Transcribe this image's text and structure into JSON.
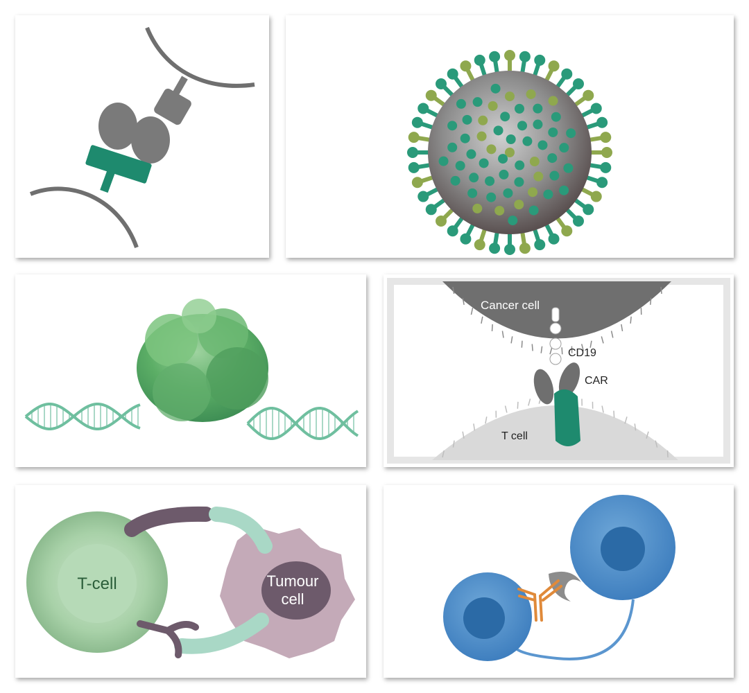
{
  "cards": {
    "car_t": {
      "cancer_label": "Cancer cell",
      "cd19_label": "CD19",
      "car_label": "CAR",
      "tcell_label": "T cell"
    },
    "tcell_tumour": {
      "tcell_label": "T-cell",
      "tumour_line1": "Tumour",
      "tumour_line2": "cell"
    }
  },
  "colors": {
    "teal": "#1e8a6e",
    "gray": "#7a7a7a",
    "blue": "#4f8fc8",
    "orange": "#e08a3a",
    "mauve": "#6d5a6b",
    "mint": "#a9d8c6"
  }
}
